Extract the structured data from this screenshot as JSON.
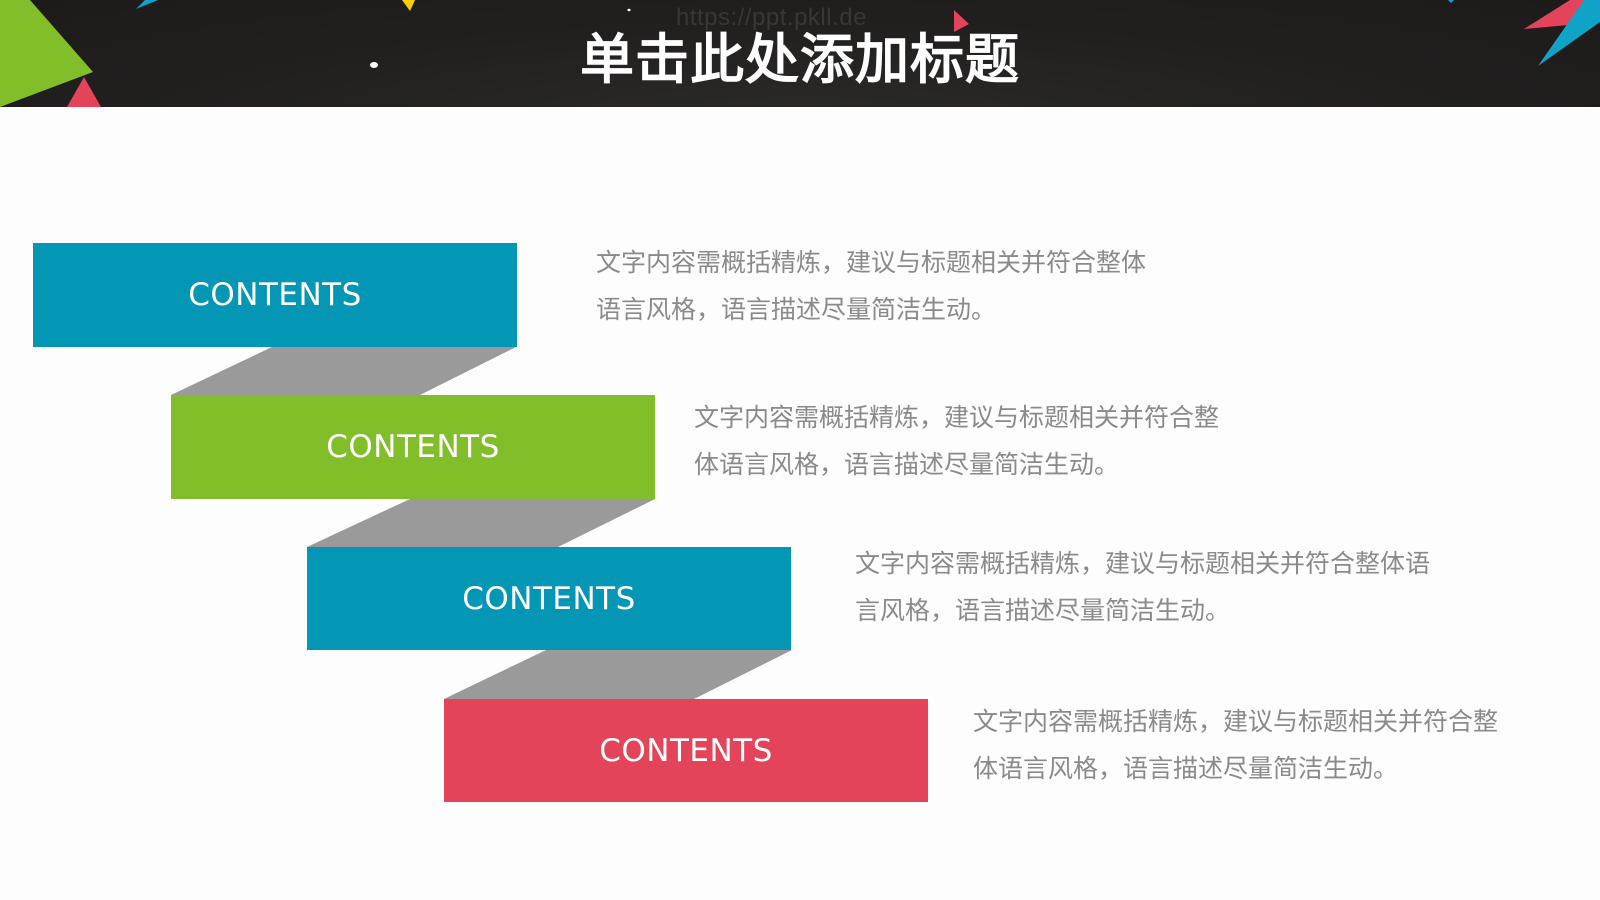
{
  "header": {
    "title": "单击此处添加标题",
    "watermark": "https://ppt.pkll.de",
    "background": "#221f1f"
  },
  "colors": {
    "teal": "#0396b5",
    "green": "#82bd2a",
    "red": "#e4445a",
    "connector_gray": "#9a9a9a",
    "text_gray": "#8a8a8a",
    "deco_yellow": "#f5d100"
  },
  "steps": [
    {
      "label": "CONTENTS",
      "color": "#0396b5",
      "description_lines": [
        "文字内容需概括精炼，建议与标题相关并符合整体",
        "语言风格，语言描述尽量简洁生动。"
      ]
    },
    {
      "label": "CONTENTS",
      "color": "#82bd2a",
      "description_lines": [
        "文字内容需概括精炼，建议与标题相关并符合整",
        "体语言风格，语言描述尽量简洁生动。"
      ]
    },
    {
      "label": "CONTENTS",
      "color": "#0396b5",
      "description_lines": [
        "文字内容需概括精炼，建议与标题相关并符合整体语",
        "言风格，语言描述尽量简洁生动。"
      ]
    },
    {
      "label": "CONTENTS",
      "color": "#e4445a",
      "description_lines": [
        "文字内容需概括精炼，建议与标题相关并符合整",
        "体语言风格，语言描述尽量简洁生动。"
      ]
    }
  ]
}
